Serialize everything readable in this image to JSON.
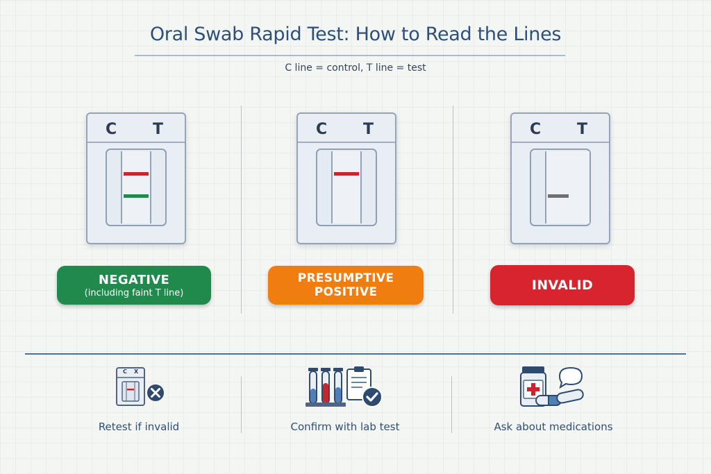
{
  "header": {
    "title": "Oral Swab Rapid Test: How to Read the Lines",
    "subtitle": "C line = control, T line = test"
  },
  "cassettes": [
    {
      "c_label": "C",
      "t_label": "T"
    },
    {
      "c_label": "C",
      "t_label": "T"
    },
    {
      "c_label": "C",
      "t_label": "T"
    }
  ],
  "results": [
    {
      "label": "NEGATIVE",
      "sublabel": "(including faint T line)",
      "color": "#1f8a4c"
    },
    {
      "label_line1": "PRESUMPTIVE",
      "label_line2": "POSITIVE",
      "color": "#f07d10"
    },
    {
      "label": "INVALID",
      "color": "#d8242f"
    }
  ],
  "line_colors": {
    "red": "#c8262e",
    "green": "#1f8a4c",
    "gray": "#6d6f73"
  },
  "actions": [
    {
      "label": "Retest if invalid",
      "icon": "retest-cassette-x-icon",
      "mini_c": "C",
      "mini_t": "X"
    },
    {
      "label": "Confirm with lab test",
      "icon": "lab-test-tubes-clipboard-icon"
    },
    {
      "label": "Ask about medications",
      "icon": "medication-bottle-pills-speech-icon"
    }
  ]
}
